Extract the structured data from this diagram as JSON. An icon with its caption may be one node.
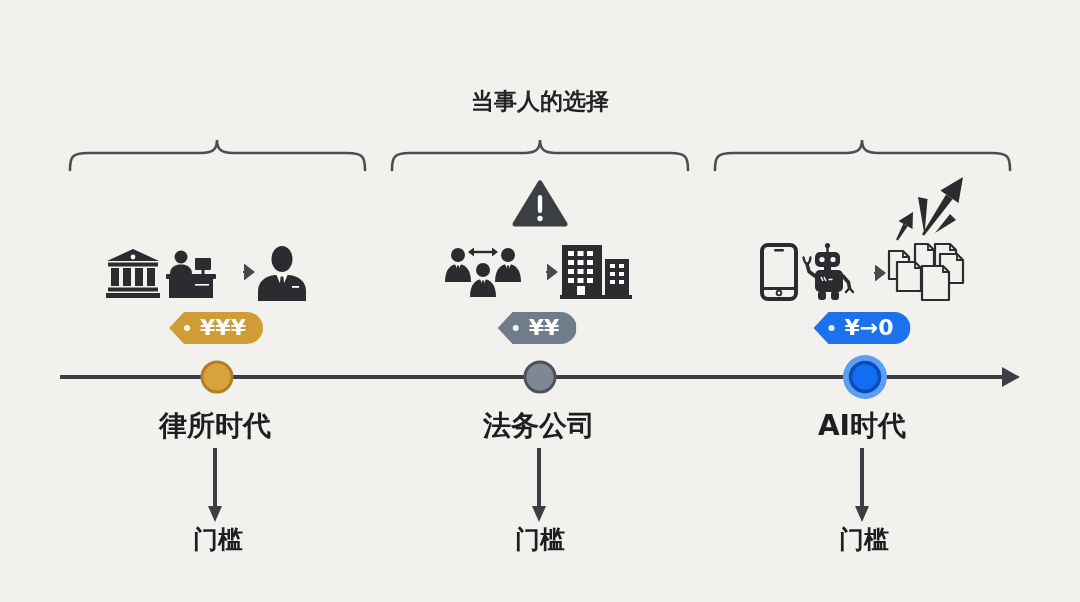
{
  "diagram": {
    "title": "当事人的选择",
    "nodes": [
      {
        "text": [],
        "shape": "picture"
      },
      {
        "text": [],
        "shape": "picture"
      },
      {
        "text": [],
        "shape": "picture"
      },
      {
        "text": [],
        "shape": "picture"
      },
      {
        "text": [],
        "shape": "picture"
      },
      {
        "text": [],
        "shape": "picture"
      },
      {
        "text": [],
        "shape": "picture"
      },
      {
        "text": [],
        "shape": "picture"
      },
      {
        "text": [
          "¥¥¥"
        ]
      },
      {
        "text": [
          "¥¥"
        ]
      },
      {
        "text": [
          "¥→0"
        ]
      },
      {
        "text": [
          "律所时代"
        ]
      },
      {
        "text": [
          "门槛"
        ]
      },
      {
        "text": [
          "法务公司"
        ]
      },
      {
        "text": [
          "门槛"
        ]
      },
      {
        "text": [
          "AI时代"
        ]
      },
      {
        "text": [
          "门槛"
        ]
      }
    ],
    "edges": [
      {
        "from": 1,
        "to": 2,
        "arrow": "to"
      },
      {
        "from": 3,
        "to": 4,
        "arrow": "to"
      },
      {
        "from": 6,
        "to": 7,
        "arrow": "to"
      },
      {
        "from": 11,
        "to": 12,
        "arrow": "to"
      },
      {
        "from": 13,
        "to": 14,
        "arrow": "to"
      },
      {
        "from": 15,
        "to": 16,
        "arrow": "to"
      }
    ]
  }
}
